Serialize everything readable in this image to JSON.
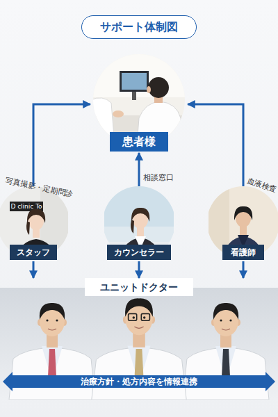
{
  "diagram": {
    "title": "サポート体制図",
    "nodes": [
      {
        "text": [
          "患者様"
        ]
      },
      {
        "text": [
          "スタッフ"
        ]
      },
      {
        "text": [
          "カウンセラー"
        ]
      },
      {
        "text": [
          "看護師"
        ]
      },
      {
        "text": [
          "ユニットドクター"
        ]
      }
    ],
    "edges": [
      {
        "from": 1,
        "to": 0,
        "arrow": "to",
        "label": "写真撮影・定期問診"
      },
      {
        "from": 2,
        "to": 0,
        "arrow": "to",
        "label": "相談窓口"
      },
      {
        "from": 3,
        "to": 0,
        "arrow": "to",
        "label": "血液検査"
      },
      {
        "from": 1,
        "to": 4,
        "arrow": "to"
      },
      {
        "from": 2,
        "to": 4,
        "arrow": "to"
      },
      {
        "from": 3,
        "to": 4,
        "arrow": "to"
      }
    ],
    "labels": [
      "治療方針・処方内容を情報連携",
      "D clinic To"
    ]
  }
}
